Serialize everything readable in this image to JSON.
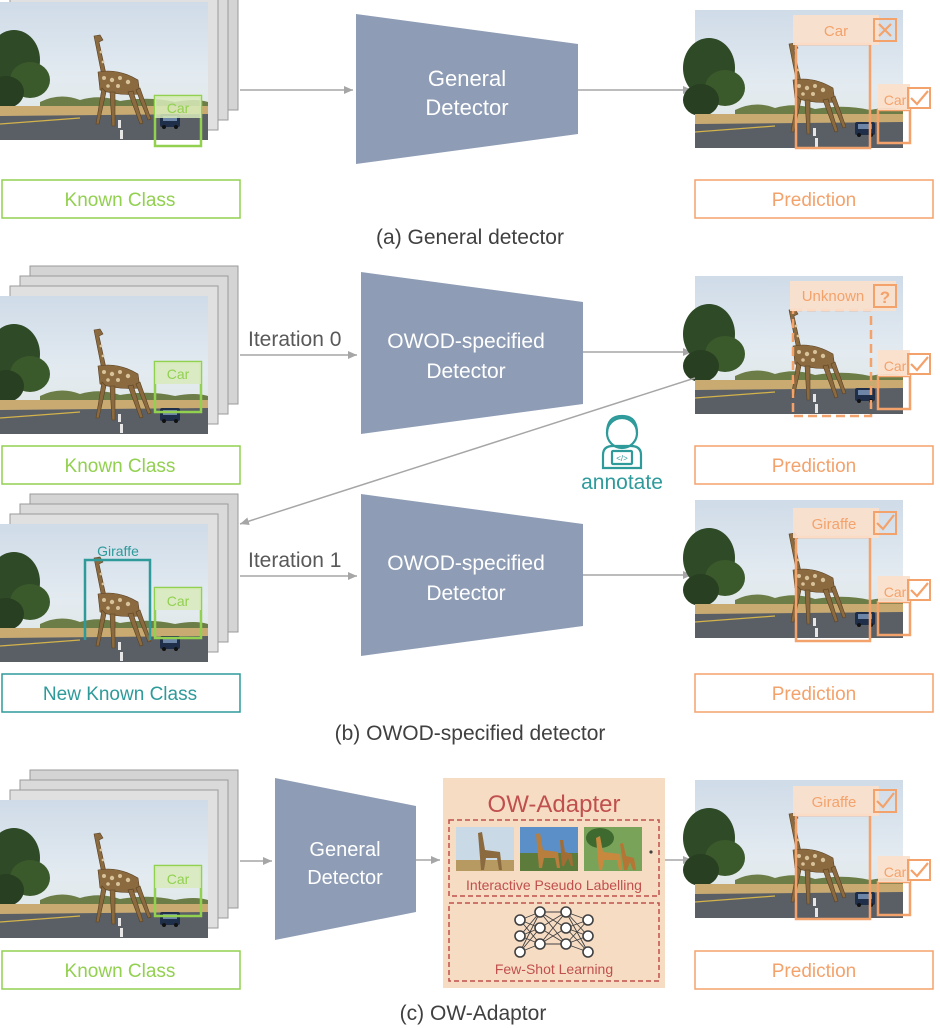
{
  "panel_a": {
    "caption": "(a) General detector",
    "input_label": "Known Class",
    "input_box_label": "Car",
    "detector": [
      "General",
      "Detector"
    ],
    "output_label": "Prediction",
    "pred_box_1": "Car",
    "pred_box_2": "Car"
  },
  "panel_b": {
    "caption": "(b) OWOD-specified detector",
    "iter0_label": "Iteration 0",
    "iter1_label": "Iteration 1",
    "input0_label": "Known Class",
    "input0_box_label": "Car",
    "detector0": [
      "OWOD-specified",
      "Detector"
    ],
    "output0_label": "Prediction",
    "pred0_box_1": "Unknown",
    "pred0_box_2": "Car",
    "annotate_label": "annotate",
    "input1_label": "New Known Class",
    "input1_box_giraffe": "Giraffe",
    "input1_box_car": "Car",
    "detector1": [
      "OWOD-specified",
      "Detector"
    ],
    "output1_label": "Prediction",
    "pred1_box_1": "Giraffe",
    "pred1_box_2": "Car"
  },
  "panel_c": {
    "caption": "(c) OW-Adaptor",
    "input_label": "Known Class",
    "input_box_label": "Car",
    "detector": [
      "General",
      "Detector"
    ],
    "adapter_title": "OW-Adapter",
    "pseudo_label": "Interactive Pseudo Labelling",
    "fewshot_label": "Few-Shot Learning",
    "output_label": "Prediction",
    "pred_box_1": "Giraffe",
    "pred_box_2": "Car"
  },
  "colors": {
    "known_green": "#92d050",
    "prediction_orange": "#f4a26b",
    "teal": "#2e9a9a",
    "detector_fill": "#8e9db5",
    "adapter_fill": "#f7dcc4",
    "adapter_red": "#c0504d",
    "arrow_gray": "#a6a6a6",
    "caption_gray": "#404040"
  },
  "icons": [
    "giraffe-photo",
    "annotator-person-icon",
    "neural-network-icon",
    "check-icon",
    "cross-icon",
    "question-icon"
  ]
}
